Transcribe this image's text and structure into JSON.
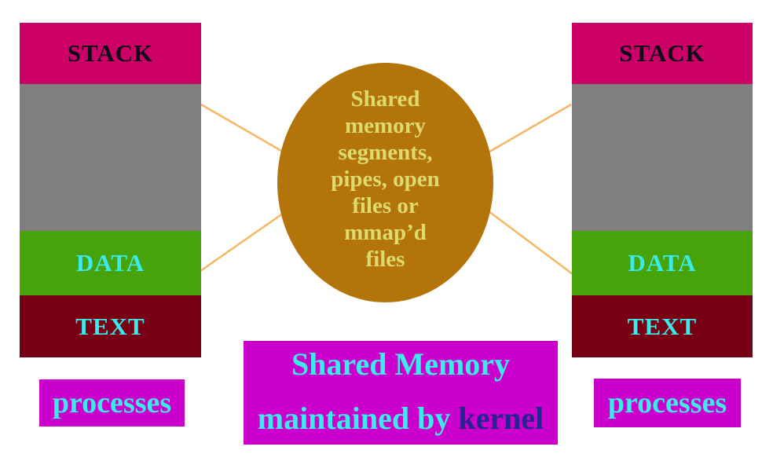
{
  "left_process": {
    "stack_label": "STACK",
    "data_label": "DATA",
    "text_label": "TEXT",
    "caption": "processes"
  },
  "right_process": {
    "stack_label": "STACK",
    "data_label": "DATA",
    "text_label": "TEXT",
    "caption": "processes"
  },
  "shared_ellipse": {
    "lines": [
      "Shared",
      "memory",
      "segments,",
      "pipes, open",
      "files or",
      "mmap’d",
      "files"
    ]
  },
  "caption": {
    "line1": "Shared Memory",
    "line2_lead": "maintained by ",
    "line2_emphasis": "kernel"
  },
  "colors": {
    "stack": "#CC0066",
    "free": "#7F7F7F",
    "data": "#47A30A",
    "text": "#770014",
    "proclabel": "#CC00CC",
    "ellipse": "#B3750A",
    "ellipse_text": "#DDDA6E",
    "connector": "#F8B566",
    "cyan": "#3BEBEB",
    "kernel": "#242492",
    "stack_label_text": "#0D0D1A"
  }
}
